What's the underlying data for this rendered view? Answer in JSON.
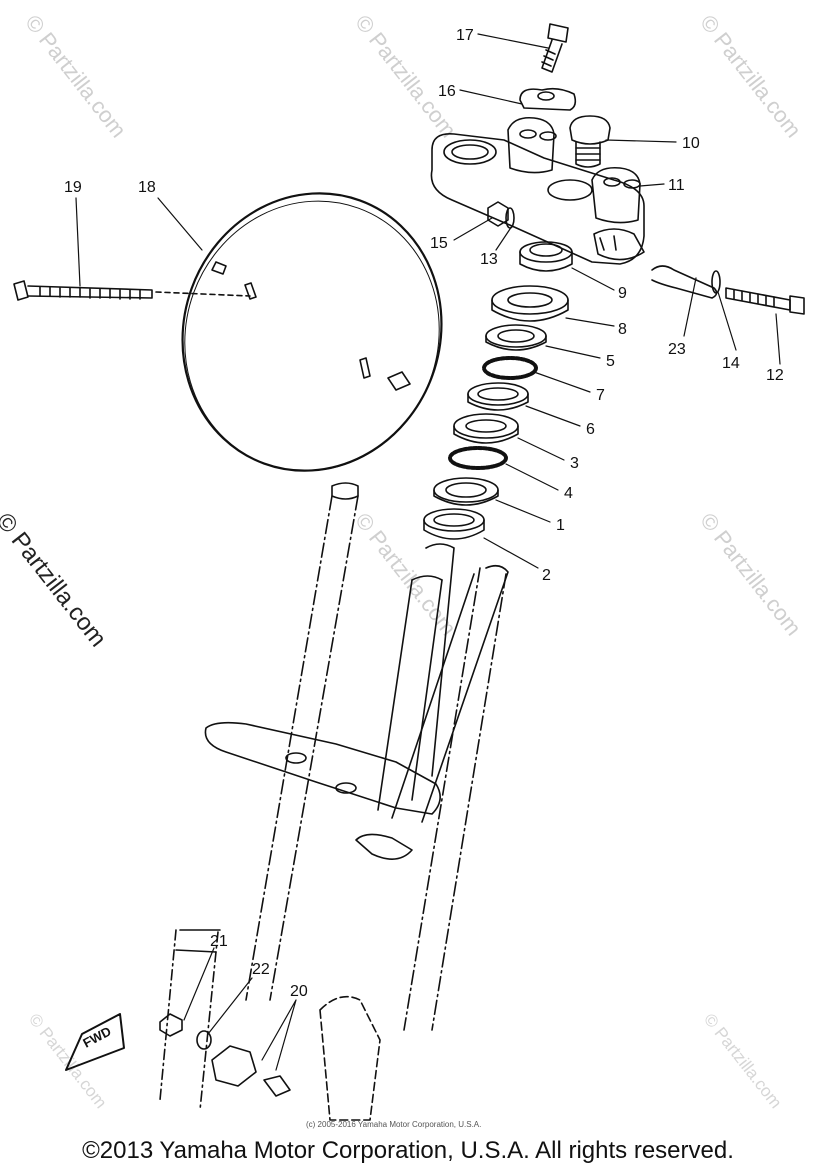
{
  "watermark": "© Partzilla.com",
  "side_watermark": "© Partzilla.com",
  "small_copyright": "(c) 2005-2016 Yamaha Motor Corporation, U.S.A.",
  "copyright": "©2013 Yamaha Motor Corporation, U.S.A. All rights reserved.",
  "fwd_label": "FWD",
  "callouts": [
    "17",
    "16",
    "10",
    "11",
    "15",
    "13",
    "9",
    "19",
    "18",
    "8",
    "23",
    "14",
    "12",
    "5",
    "7",
    "6",
    "3",
    "4",
    "1",
    "2",
    "21",
    "22",
    "20"
  ],
  "colors": {
    "line": "#111111",
    "watermark": "#cfcfcf"
  }
}
